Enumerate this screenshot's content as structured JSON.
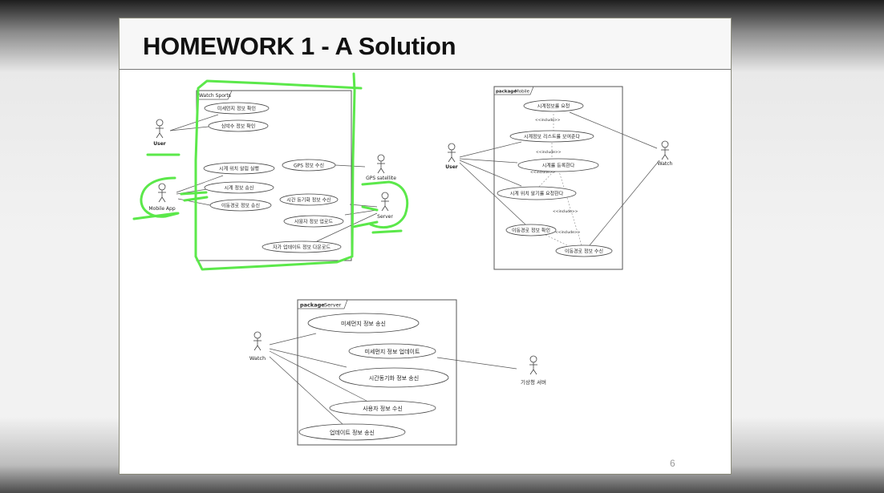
{
  "slide": {
    "title": "HOMEWORK 1 - A Solution",
    "page_number": "6"
  },
  "diagram_watch": {
    "package_label": "Watch Sports",
    "actors": [
      "User",
      "Mobile App",
      "GPS satellite",
      "Server"
    ],
    "use_cases": [
      "미세먼지 정보 확인",
      "심박수 정보 확인",
      "시계 위치 알림 실행",
      "시계 정보 송신",
      "이동경로 정보 송신",
      "GPS 정보 수신",
      "시간 동기화 정보 수신",
      "사용자 정보 업로드",
      "자가 업데이트 정보 다운로드"
    ]
  },
  "diagram_mobile": {
    "package_keyword": "package",
    "package_name": "Mobile",
    "actors": [
      "User",
      "Watch"
    ],
    "use_cases": [
      "시계정보를 요청",
      "시계정보 리스트를 보여준다",
      "시계를 등록한다",
      "시계 위치 알기를 요청한다",
      "이동경로 정보 확인",
      "이동경로 정보 수신"
    ],
    "stereotype": "<<include>>"
  },
  "diagram_server": {
    "package_keyword": "package",
    "package_name": "Server",
    "actors": [
      "Watch",
      "기상청 서버"
    ],
    "use_cases": [
      "미세먼지 정보 송신",
      "미세먼지 정보 업데이트",
      "시간동기화 정보 송신",
      "사용자 정보 수신",
      "업데이트 정보 송신"
    ]
  },
  "colors": {
    "annotation": "#5be84a"
  }
}
